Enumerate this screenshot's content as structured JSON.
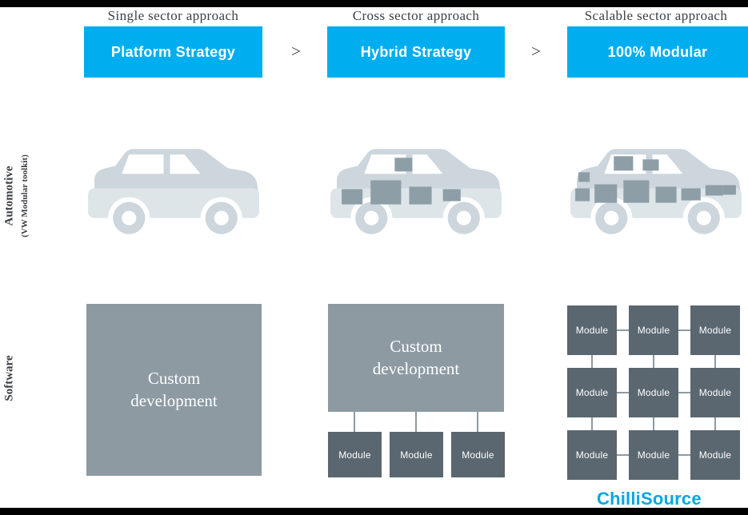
{
  "header": {
    "columns": [
      {
        "approach": "Single sector approach",
        "strategy": "Platform Strategy"
      },
      {
        "approach": "Cross sector approach",
        "strategy": "Hybrid Strategy"
      },
      {
        "approach": "Scalable sector approach",
        "strategy": "100% Modular"
      }
    ],
    "arrow": ">"
  },
  "rows": {
    "automotive_label": "Automotive",
    "automotive_sublabel": "(VW Modular toolkit)",
    "software_label": "Software"
  },
  "software": {
    "single": {
      "text": "Custom development"
    },
    "cross": {
      "text": "Custom development",
      "modules": [
        "Module",
        "Module",
        "Module"
      ]
    },
    "scalable": {
      "modules": [
        "Module",
        "Module",
        "Module",
        "Module",
        "Module",
        "Module",
        "Module",
        "Module",
        "Module"
      ]
    }
  },
  "footer": {
    "brand": "ChilliSource"
  },
  "colors": {
    "banner_blue": "#00aeef",
    "panel_gray": "#8d9aa2",
    "module_dark": "#5a6770",
    "car_light": "#ccd6dc",
    "car_lower": "#dde5e9",
    "car_module": "#8d9ea7",
    "brand_blue": "#00a7e2",
    "text_dark": "#3a3f45"
  }
}
